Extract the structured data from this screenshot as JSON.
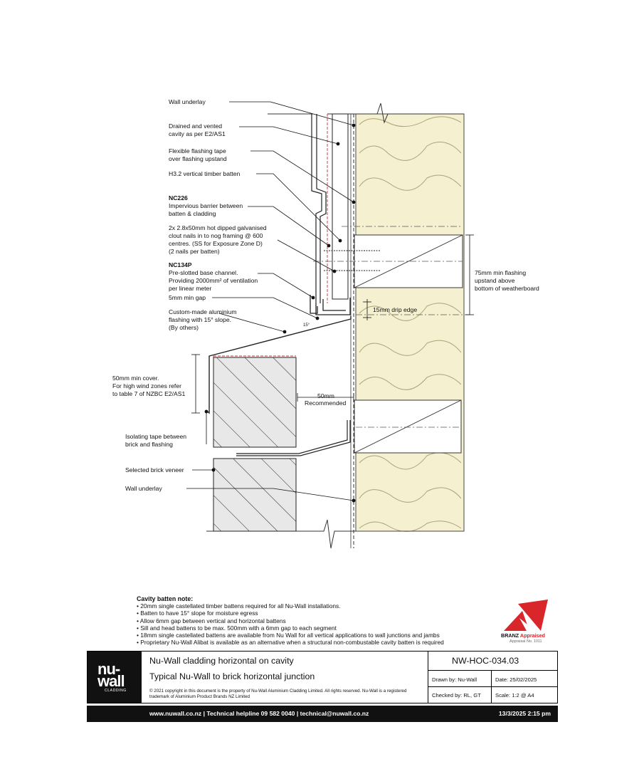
{
  "labels": {
    "wall_underlay_top": "Wall underlay",
    "cavity": [
      "Drained and vented",
      "cavity as per  E2/AS1"
    ],
    "flashing_tape": [
      "Flexible flashing tape",
      "over flashing upstand"
    ],
    "timber_batten": "H3.2 vertical timber batten",
    "nc226_code": "NC226",
    "nc226": [
      "Impervious barrier between",
      "batten & cladding"
    ],
    "nails": [
      "2x 2.8x50mm hot dipped galvanised",
      "clout nails in to nog framing @ 600",
      "centres.  (SS for Exposure Zone D)",
      "(2 nails per batten)"
    ],
    "nc134p_code": "NC134P",
    "nc134p": [
      "Pre-slotted base channel.",
      "Providing 2000mm² of ventilation",
      "per linear meter"
    ],
    "gap": "5mm min gap",
    "alu_flashing": [
      "Custom-made aluminium",
      "flashing with 15° slope.",
      "(By others)"
    ],
    "min_cover": [
      "50mm min cover.",
      "For high wind zones refer",
      "to table 7 of  NZBC E2/AS1"
    ],
    "isolating_tape": [
      "Isolating tape between",
      "brick and flashing"
    ],
    "brick_veneer": "Selected brick veneer",
    "wall_underlay_bottom": "Wall underlay",
    "upstand": [
      "75mm min flashing",
      "upstand above",
      "bottom of weatherboard"
    ],
    "drip_edge": "15mm drip edge",
    "recommended": [
      "50mm",
      "Recommended"
    ],
    "angle": "15°"
  },
  "notes": {
    "title": "Cavity batten note:",
    "items": [
      "20mm single castellated timber battens required for all Nu-Wall installations.",
      "Batten to have 15° slope for moisture egress",
      "Allow 6mm gap between vertical and horizontal battens",
      "Sill and head battens to be max. 500mm with a 6mm gap to each segment",
      "18mm single castellated battens are available from Nu Wall for all vertical applications to wall junctions and jambs",
      "Proprietary Nu-Wall Alibat is available as an alternative when a structural non-combustable cavity batten is required"
    ]
  },
  "branz": {
    "prefix": "BRANZ",
    "word": "Appraised",
    "sub": "Appraisal No. 1011",
    "color": "#d8262a"
  },
  "title_block": {
    "logo_line1": "nu-",
    "logo_line2": "wall",
    "logo_sub": "CLADDING",
    "title": "Nu-Wall cladding horizontal on cavity",
    "subtitle": "Typical Nu-Wall to brick horizontal junction",
    "copyright": "© 2021 copyright in this document is the property of Nu-Wall Aluminium Cladding Limited. All rights reserved. Nu-Wall is a registered trademark of Aluminium Product Brands NZ Limited",
    "drawing_no": "NW-HOC-034.03",
    "drawn_by": "Drawn by: Nu-Wall",
    "date": "Date:    25/02/2025",
    "checked_by": "Checked by: RL, GT",
    "scale": "Scale:   1:2 @ A4"
  },
  "footer": {
    "contact": "www.nuwall.co.nz  |  Technical helpline 09 582 0040  |  technical@nuwall.co.nz",
    "timestamp": "13/3/2025 2:15 pm"
  }
}
